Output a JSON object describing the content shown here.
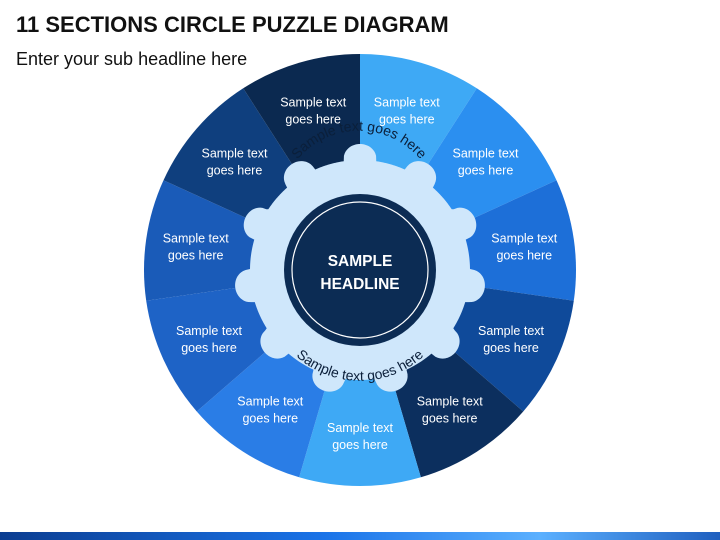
{
  "header": {
    "title": "11 SECTIONS CIRCLE PUZZLE DIAGRAM",
    "subtitle": "Enter your sub headline here"
  },
  "diagram": {
    "segments": [
      {
        "label": [
          "Sample text",
          "goes here"
        ],
        "color": "#3ea9f5"
      },
      {
        "label": [
          "Sample text",
          "goes here"
        ],
        "color": "#2b8ff0"
      },
      {
        "label": [
          "Sample text",
          "goes here"
        ],
        "color": "#1d6fd8"
      },
      {
        "label": [
          "Sample text",
          "goes here"
        ],
        "color": "#0f4a9a"
      },
      {
        "label": [
          "Sample text",
          "goes here"
        ],
        "color": "#0c2f5e"
      },
      {
        "label": [
          "Sample text",
          "goes here"
        ],
        "color": "#3ea9f5"
      },
      {
        "label": [
          "Sample text",
          "goes here"
        ],
        "color": "#2a7de6"
      },
      {
        "label": [
          "Sample text",
          "goes here"
        ],
        "color": "#1e63c6"
      },
      {
        "label": [
          "Sample text",
          "goes here"
        ],
        "color": "#1a5bb8"
      },
      {
        "label": [
          "Sample text",
          "goes here"
        ],
        "color": "#0f3f7e"
      },
      {
        "label": [
          "Sample text",
          "goes here"
        ],
        "color": "#0b2950"
      }
    ],
    "ring_top_text": "Sample text goes here",
    "ring_bottom_text": "Sample text goes here",
    "ring_color": "#cfe7fb",
    "center_color": "#0c2c54",
    "center_lines": [
      "SAMPLE",
      "HEADLINE"
    ]
  }
}
